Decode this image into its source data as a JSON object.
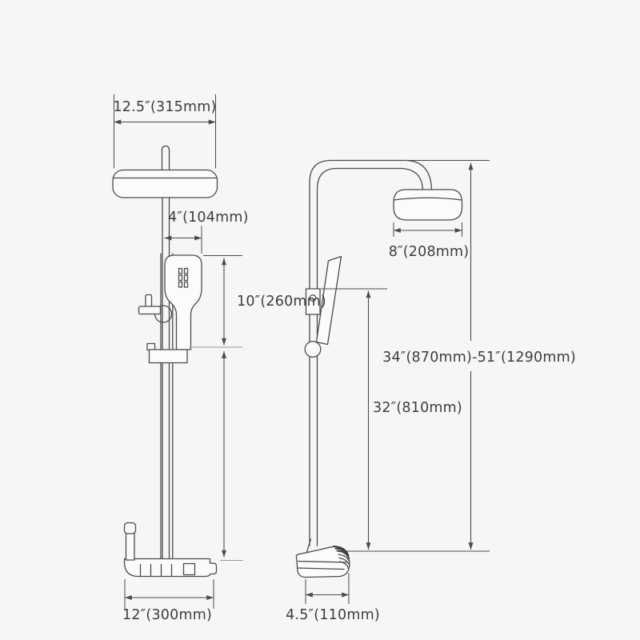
{
  "page": {
    "background": "#f5f6f7",
    "line_color": "#4b4b4b",
    "light_line_color": "#9b9b9b",
    "text_color": "#3d3d3d",
    "description": "Shower system dimension diagram, front view and side view"
  },
  "labels": {
    "overhead_width": "12.5″(315mm)",
    "hand_shower_width": "4″(104mm)",
    "hand_shower_span": "10″(260mm)",
    "side_head_width": "8″(208mm)",
    "height_range": "34″(870mm)-51″(1290mm)",
    "pole_height": "32″(810mm)",
    "tray_width": "12″(300mm)",
    "tray_depth": "4.5″(110mm)"
  }
}
